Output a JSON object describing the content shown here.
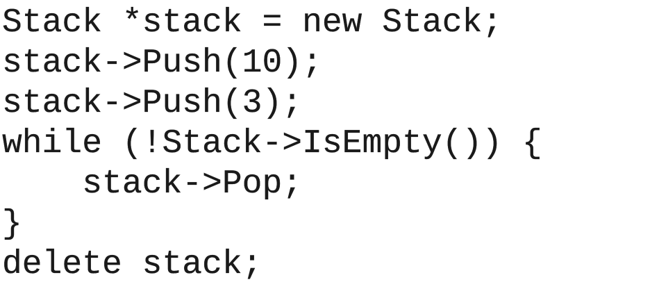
{
  "code": {
    "lines": [
      "Stack *stack = new Stack;",
      "stack->Push(10);",
      "stack->Push(3);",
      "while (!Stack->IsEmpty()) {",
      "    stack->Pop;",
      "}",
      "delete stack;"
    ]
  }
}
